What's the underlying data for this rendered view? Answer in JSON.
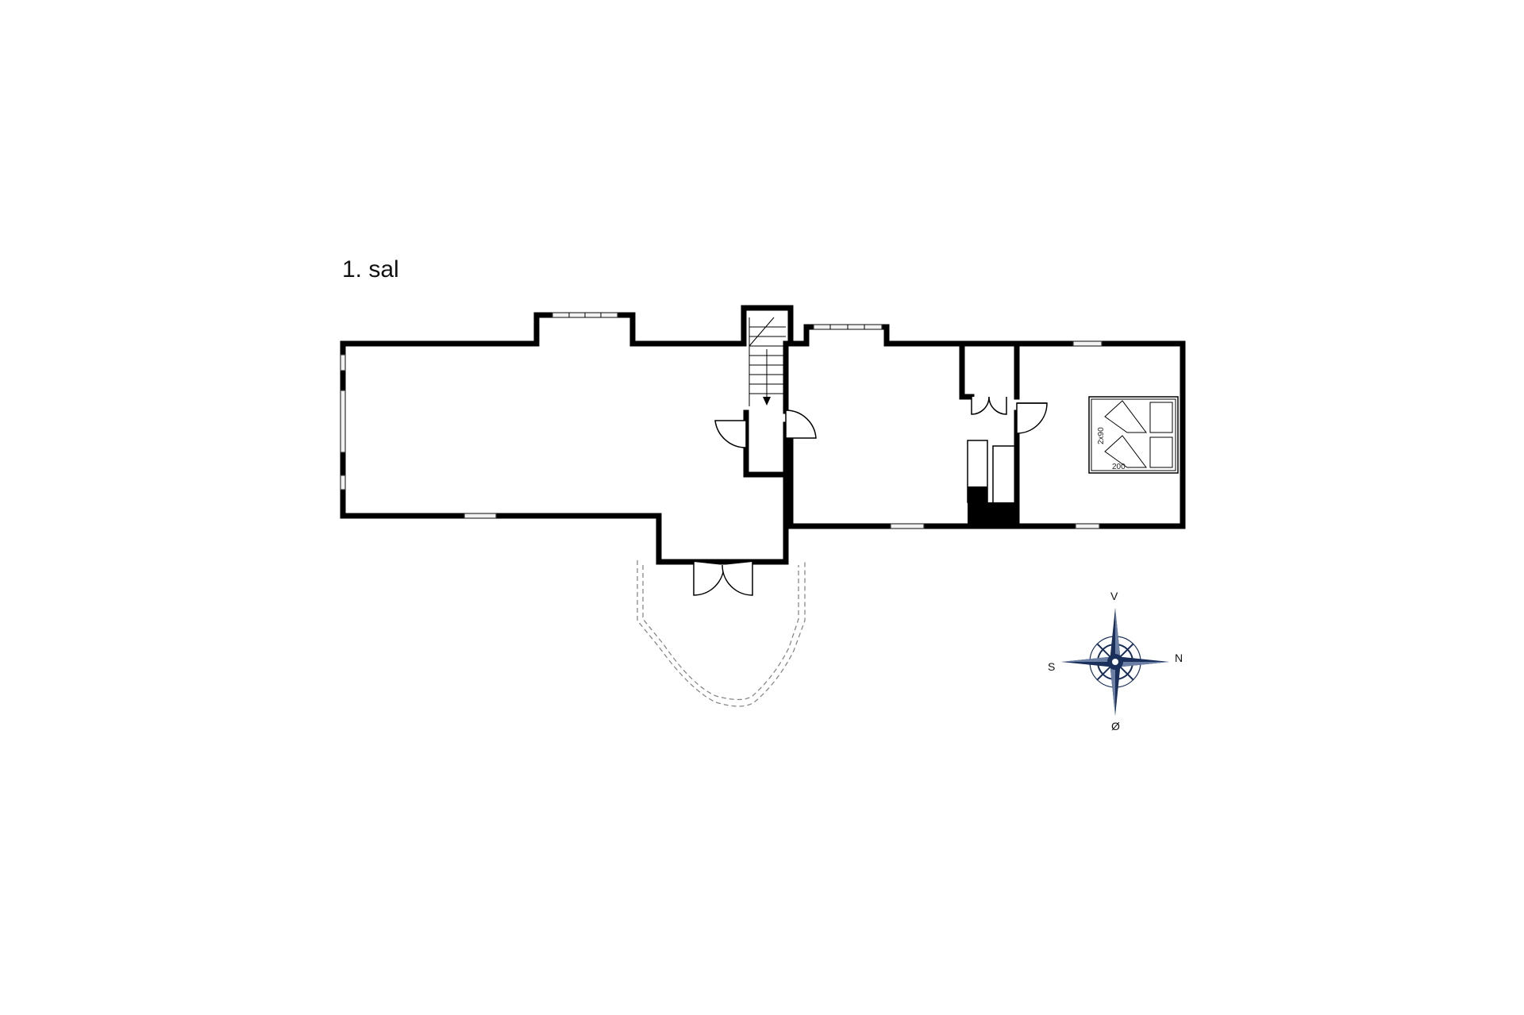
{
  "floor_label": "1. sal",
  "bed": {
    "width_label": "2x90",
    "length_label": "200"
  },
  "compass": {
    "top": "V",
    "left": "S",
    "right": "N",
    "bottom": "Ø",
    "color": "#1b2f5b"
  }
}
